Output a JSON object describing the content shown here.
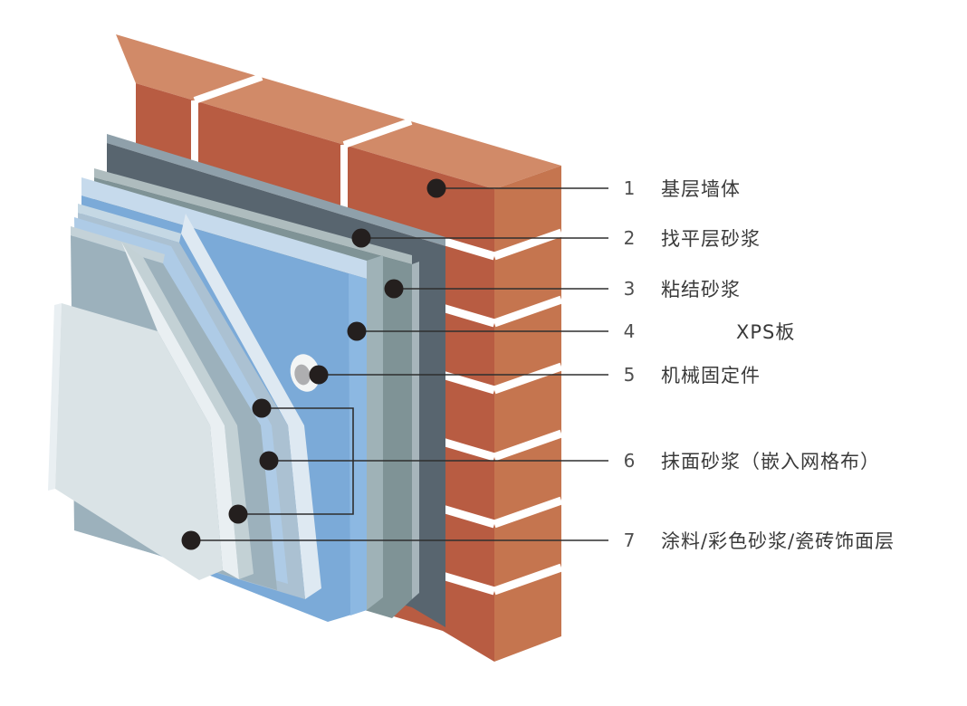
{
  "diagram": {
    "title": "XPS exterior wall insulation system cross-section",
    "background_color": "#ffffff",
    "labels": [
      {
        "num": "1",
        "text": "基层墙体"
      },
      {
        "num": "2",
        "text": "找平层砂浆"
      },
      {
        "num": "3",
        "text": "粘结砂浆"
      },
      {
        "num": "4",
        "text": "XPS板"
      },
      {
        "num": "5",
        "text": "机械固定件"
      },
      {
        "num": "6",
        "text": "抹面砂浆（嵌入网格布）"
      },
      {
        "num": "7",
        "text": "涂料/彩色砂浆/瓷砖饰面层"
      }
    ],
    "layers": [
      {
        "id": "base-wall",
        "label_num": "1",
        "color_front": "#B85C42",
        "color_top": "#D18A68",
        "color_side": "#C5754F",
        "mortar_color": "#FFFFFF"
      },
      {
        "id": "leveling-mortar",
        "label_num": "2",
        "color": "#58656F",
        "color_bevel": "#8FA0AA"
      },
      {
        "id": "bonding-mortar",
        "label_num": "3",
        "color": "#7F9396",
        "color_bevel": "#AEBCBE",
        "color_end": "#A7B5BB"
      },
      {
        "id": "xps-board",
        "label_num": "4",
        "color": "#7BAAD8",
        "color_bevel": "#C6DAEC",
        "color_end": "#9FB2B7"
      },
      {
        "id": "anchor-fixture",
        "label_num": "5",
        "color_outer": "#F3F5F5",
        "color_inner": "#AEAEB0"
      },
      {
        "id": "surface-mortar-inner-coat",
        "label_num": "6",
        "color": "#ABC1D2",
        "color_bevel": "#C5D8E4",
        "color_end": "#DEE9F2"
      },
      {
        "id": "mesh-cloth",
        "label_num": "6",
        "color": "#AECBE6"
      },
      {
        "id": "surface-mortar-outer-coat",
        "label_num": "6",
        "color": "#9CB1BC",
        "color_bevel": "#C4D2D8",
        "color_end": "#C3D1D5"
      },
      {
        "id": "finish-panel",
        "label_num": "7",
        "color": "#DAE3E6",
        "color_bevel": "#E9EFF2"
      }
    ],
    "callout": {
      "dot_color": "#241F1E",
      "line_color": "#2E2E2E",
      "dot_count": 9
    }
  }
}
